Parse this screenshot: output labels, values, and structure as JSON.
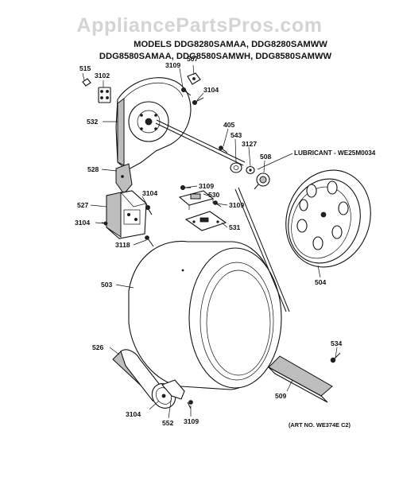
{
  "watermark": "AppliancePartsPros.com",
  "header": {
    "line1": "MODELS DDG8280SAMAA, DDG8280SAMWW",
    "line2": "DDG8580SAMAA, DDG8580SAMWH, DDG8580SAMWW"
  },
  "lubricant_note": "LUBRICANT - WE25M0034",
  "art_number": "(ART NO. WE374E C2)",
  "callouts": {
    "p515": "515",
    "p3102": "3102",
    "p3109_top": "3109",
    "p507": "507",
    "p3104_top": "3104",
    "p532": "532",
    "p405": "405",
    "p543": "543",
    "p3127": "3127",
    "p508": "508",
    "p528": "528",
    "p3104_mid": "3104",
    "p3109_mid": "3109",
    "p530": "530",
    "p3109_mid2": "3109",
    "p527": "527",
    "p3104_left": "3104",
    "p531": "531",
    "p3118": "3118",
    "p504": "504",
    "p503": "503",
    "p534": "534",
    "p526": "526",
    "p509": "509",
    "p3104_bottom": "3104",
    "p552": "552",
    "p3109_bottom": "3109"
  }
}
